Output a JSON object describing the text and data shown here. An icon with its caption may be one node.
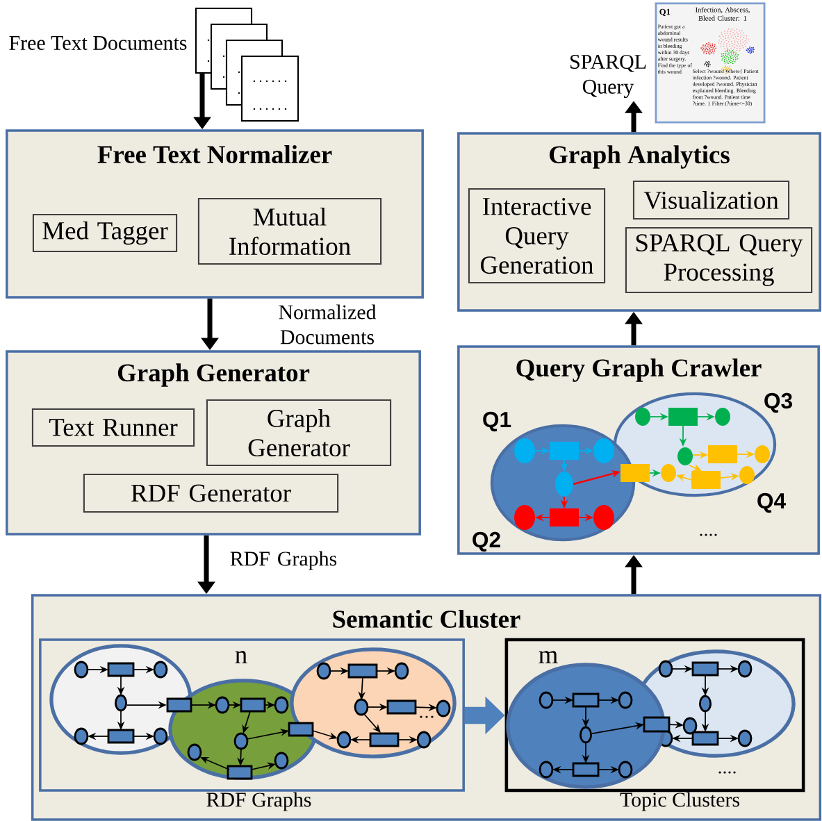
{
  "diagram": {
    "nodes": [
      {
        "text": [],
        "shape": "picture",
        "beside": [
          "Free Text Documents"
        ]
      },
      {
        "text": [
          "Free Text Normalizer"
        ]
      },
      {
        "text": [
          "Med Tagger"
        ],
        "in": 1
      },
      {
        "text": [
          "Mutual Information"
        ],
        "in": 1
      },
      {
        "text": [
          "Graph Generator"
        ]
      },
      {
        "text": [
          "Text Runner"
        ],
        "in": 4
      },
      {
        "text": [
          "Graph Generator"
        ],
        "in": 4
      },
      {
        "text": [
          "RDF Generator"
        ],
        "in": 4
      },
      {
        "text": [
          "Semantic Cluster"
        ]
      },
      {
        "text": [
          "n",
          "RDF Graphs"
        ],
        "in": 8
      },
      {
        "text": [
          "m",
          "Topic Clusters"
        ],
        "in": 8
      },
      {
        "text": [
          "Query Graph Crawler"
        ]
      },
      {
        "text": [
          "Graph Analytics"
        ]
      },
      {
        "text": [
          "Interactive Query Generation"
        ],
        "in": 12
      },
      {
        "text": [
          "Visualization"
        ],
        "in": 12
      },
      {
        "text": [
          "SPARQL Query Processing"
        ],
        "in": 12
      },
      {
        "text": [
          "SPARQL Query"
        ]
      },
      {
        "text": [
          "Q1",
          "Infection, Abscess, Bleed Cluster: 1",
          "Patient got a abdominal wound results in bleeding within 30 days after surgery. Find the type of this wound",
          "Select ?wound Where{ Patient infection ?wound. Patient developed ?wound. Physician explained bleeding. Bleeding from ?wound. Patient time ?time. } Filter (?time<=30)"
        ]
      }
    ],
    "edges": [
      {
        "from": 0,
        "to": 1,
        "arrow": "to"
      },
      {
        "from": 1,
        "to": 4,
        "arrow": "to",
        "label": "Normalized Documents"
      },
      {
        "from": 4,
        "to": 8,
        "arrow": "to",
        "label": "RDF Graphs"
      },
      {
        "from": 8,
        "to": 11,
        "arrow": "to"
      },
      {
        "from": 11,
        "to": 12,
        "arrow": "to"
      },
      {
        "from": 12,
        "to": 16,
        "arrow": "to"
      },
      {
        "from": 9,
        "to": 10,
        "arrow": "to",
        "style": "thick",
        "color": "#4f81bd"
      }
    ],
    "labels": [
      "Q1",
      "Q2",
      "Q3",
      "Q4"
    ]
  }
}
